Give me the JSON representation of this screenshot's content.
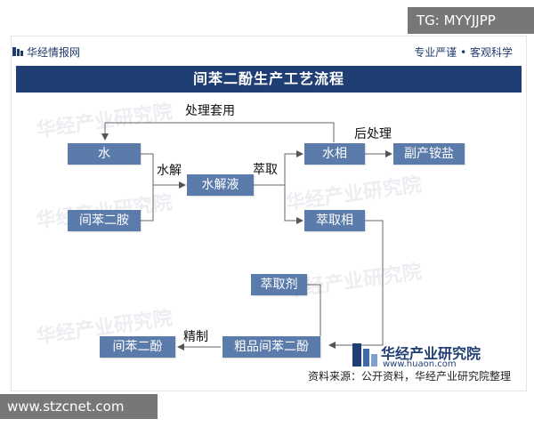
{
  "overlay": {
    "tg_label": "TG: MYYJJPP",
    "site_label": "www.stzcnet.com"
  },
  "header": {
    "brand": "华经情报网",
    "motto": "专业严谨 • 客观科学"
  },
  "title": "间苯二酚生产工艺流程",
  "nodes": {
    "water": "水",
    "mpda": "间苯二胺",
    "hydrolysate": "水解液",
    "water_phase": "水相",
    "byproduct": "副产铵盐",
    "extract_phase": "萃取相",
    "extractant": "萃取剂",
    "crude": "粗品间苯二酚",
    "product": "间苯二酚"
  },
  "labels": {
    "recycle": "处理套用",
    "hydrolysis": "水解",
    "extraction": "萃取",
    "post_treatment": "后处理",
    "refining": "精制"
  },
  "watermark": {
    "logo_name": "华经产业研究院",
    "logo_sub": "www.huaon.com"
  },
  "footer": {
    "source": "资料来源：公开资料，华经产业研究院整理"
  }
}
